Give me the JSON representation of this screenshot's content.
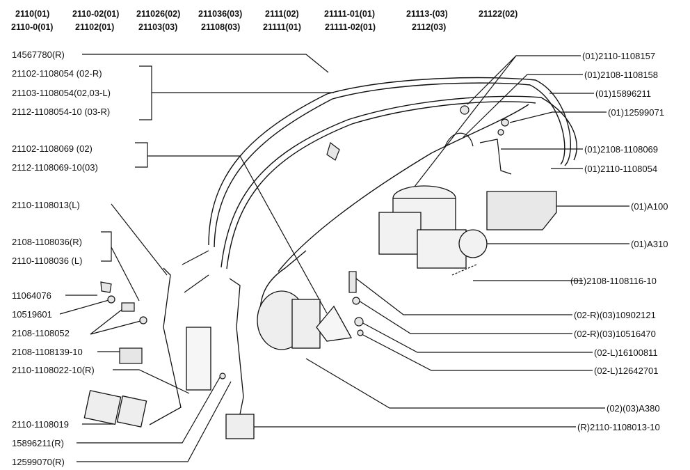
{
  "header": {
    "row1": [
      "2110(01)",
      "2110-02(01)",
      "211026(02)",
      "211036(03)",
      "2111(02)",
      "21111-01(01)",
      "21113-(03)",
      "21122(02)"
    ],
    "row2": [
      "2110-0(01)",
      "21102(01)",
      "21103(03)",
      "21108(03)",
      "21111(01)",
      "21111-02(01)",
      "2112(03)"
    ]
  },
  "labels_left": [
    "14567780(R)",
    "21102-1108054  (02-R)",
    "21103-1108054(02,03-L)",
    "2112-1108054-10 (03-R)",
    "21102-1108069  (02)",
    "2112-1108069-10(03)",
    "2110-1108013(L)",
    "2108-1108036(R)",
    "2110-1108036 (L)",
    "11064076",
    "10519601",
    "2108-1108052",
    "2108-1108139-10",
    "2110-1108022-10(R)",
    "2110-1108019",
    "15896211(R)",
    "12599070(R)"
  ],
  "labels_right": [
    "(01)2110-1108157",
    "(01)2108-1108158",
    "(01)15896211",
    "(01)12599071",
    "(01)2108-1108069",
    "(01)2110-1108054",
    "(01)A100",
    "(01)A310",
    "(01)2108-1108116-10",
    "(02-R)(03)10902121",
    "(02-R)(03)10516470",
    "(02-L)16100811",
    "(02-L)12642701",
    "(02)(03)A380",
    "(R)2110-1108013-10"
  ]
}
